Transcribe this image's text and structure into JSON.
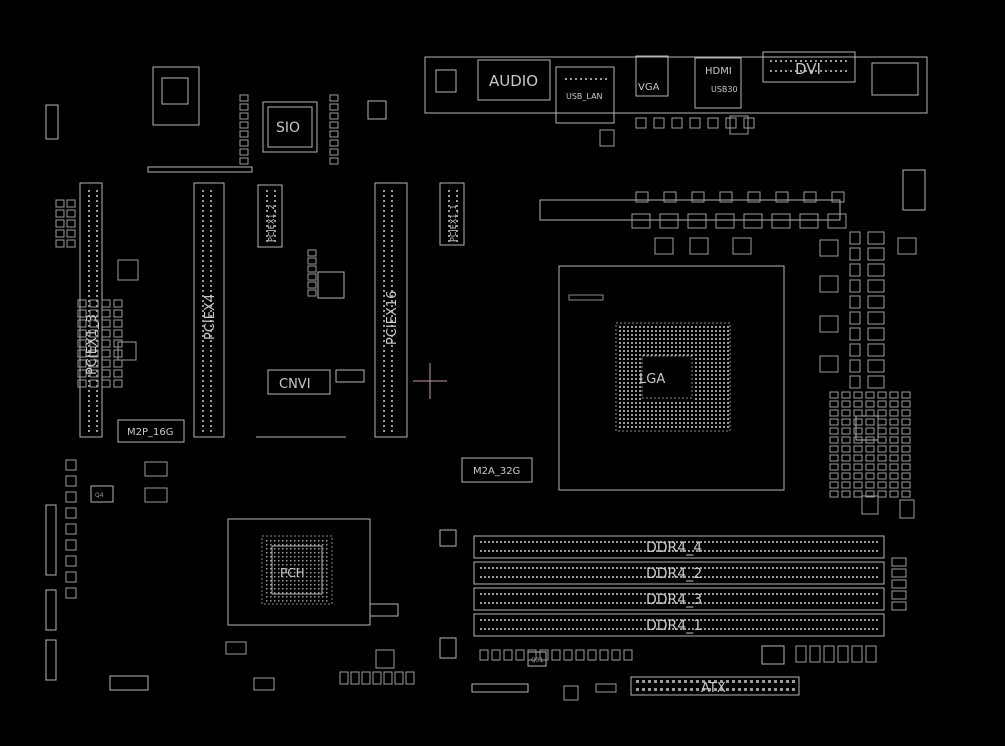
{
  "colors": {
    "background": "#000000",
    "line": "#b4b4b4",
    "pad": "#9c9c9c",
    "crosshair": "#c49aa6"
  },
  "labels": {
    "audio": "AUDIO",
    "usb_lan": "USB_LAN",
    "hdmi": "HDMI",
    "usb30": "USB30",
    "dvi": "DVI",
    "vga": "VGA",
    "sio": "SIO",
    "cpu": "LGA",
    "pciex1_1": "PCIEX1_1",
    "pciex1_2": "PCIEX1_2",
    "pciex1_3": "PCIEX1_3",
    "pciex4": "PCIEX4",
    "pciex16": "PCIEX16",
    "cnvi": "CNVI",
    "m2p": "M2P_16G",
    "m2a": "M2A_32G",
    "pch": "PCH",
    "ddr4_4": "DDR4_4",
    "ddr4_2": "DDR4_2",
    "ddr4_3": "DDR4_3",
    "ddr4_1": "DDR4_1",
    "atx": "ATX",
    "q4": "Q4",
    "q31": "Q31"
  }
}
